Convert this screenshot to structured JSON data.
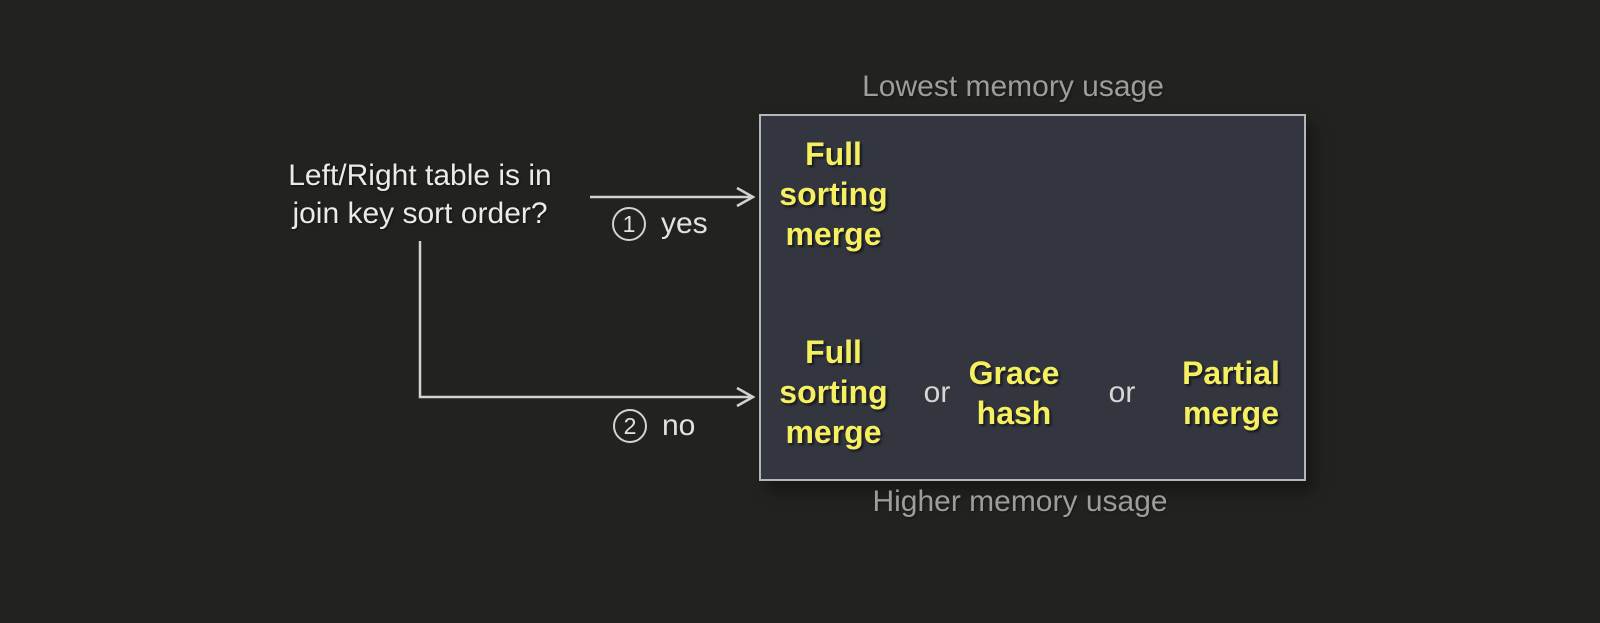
{
  "question": {
    "text": "Left/Right table is in\njoin key sort order?"
  },
  "branches": [
    {
      "number": "1",
      "label": "yes"
    },
    {
      "number": "2",
      "label": "no"
    }
  ],
  "memory_labels": {
    "lowest": "Lowest memory usage",
    "higher": "Higher memory usage"
  },
  "options": {
    "sorted_case": {
      "algorithm": "Full\nsorting\nmerge"
    },
    "unsorted_case": {
      "algorithm_1": "Full\nsorting\nmerge",
      "separator_1": "or",
      "algorithm_2": "Grace\nhash",
      "separator_2": "or",
      "algorithm_3": "Partial\nmerge"
    }
  },
  "colors": {
    "background": "#22231f",
    "box_fill": "#33363f",
    "box_border": "#b5b6ba",
    "highlight_yellow": "#f6ef5f",
    "muted_gray": "#9d9d9a",
    "text_light": "#eaeae8",
    "arrow": "#d3d3d1"
  }
}
